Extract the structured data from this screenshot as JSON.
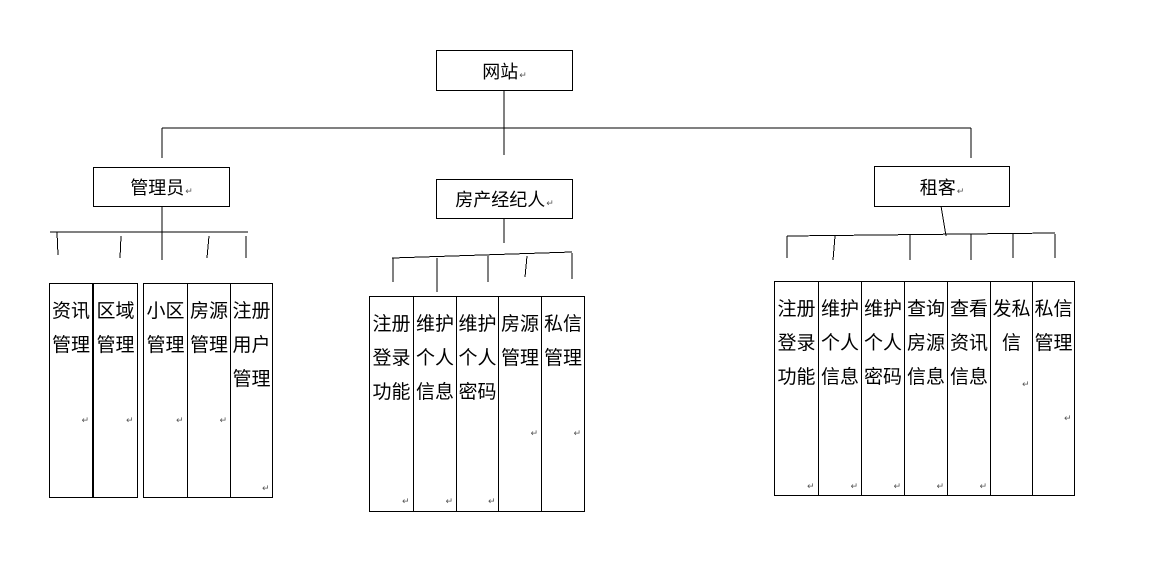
{
  "root": {
    "label": "网站"
  },
  "branches": [
    {
      "label": "管理员",
      "children": [
        "资讯管理",
        "区域管理",
        "小区管理",
        "房源管理",
        "注册用户管理"
      ]
    },
    {
      "label": "房产经纪人",
      "children": [
        "注册登录功能",
        "维护个人信息",
        "维护个人密码",
        "房源管理",
        "私信管理"
      ]
    },
    {
      "label": "租客",
      "children": [
        "注册登录功能",
        "维护个人信息",
        "维护个人密码",
        "查询房源信息",
        "查看资讯信息",
        "发私信",
        "私信管理"
      ]
    }
  ],
  "mark": "↵"
}
